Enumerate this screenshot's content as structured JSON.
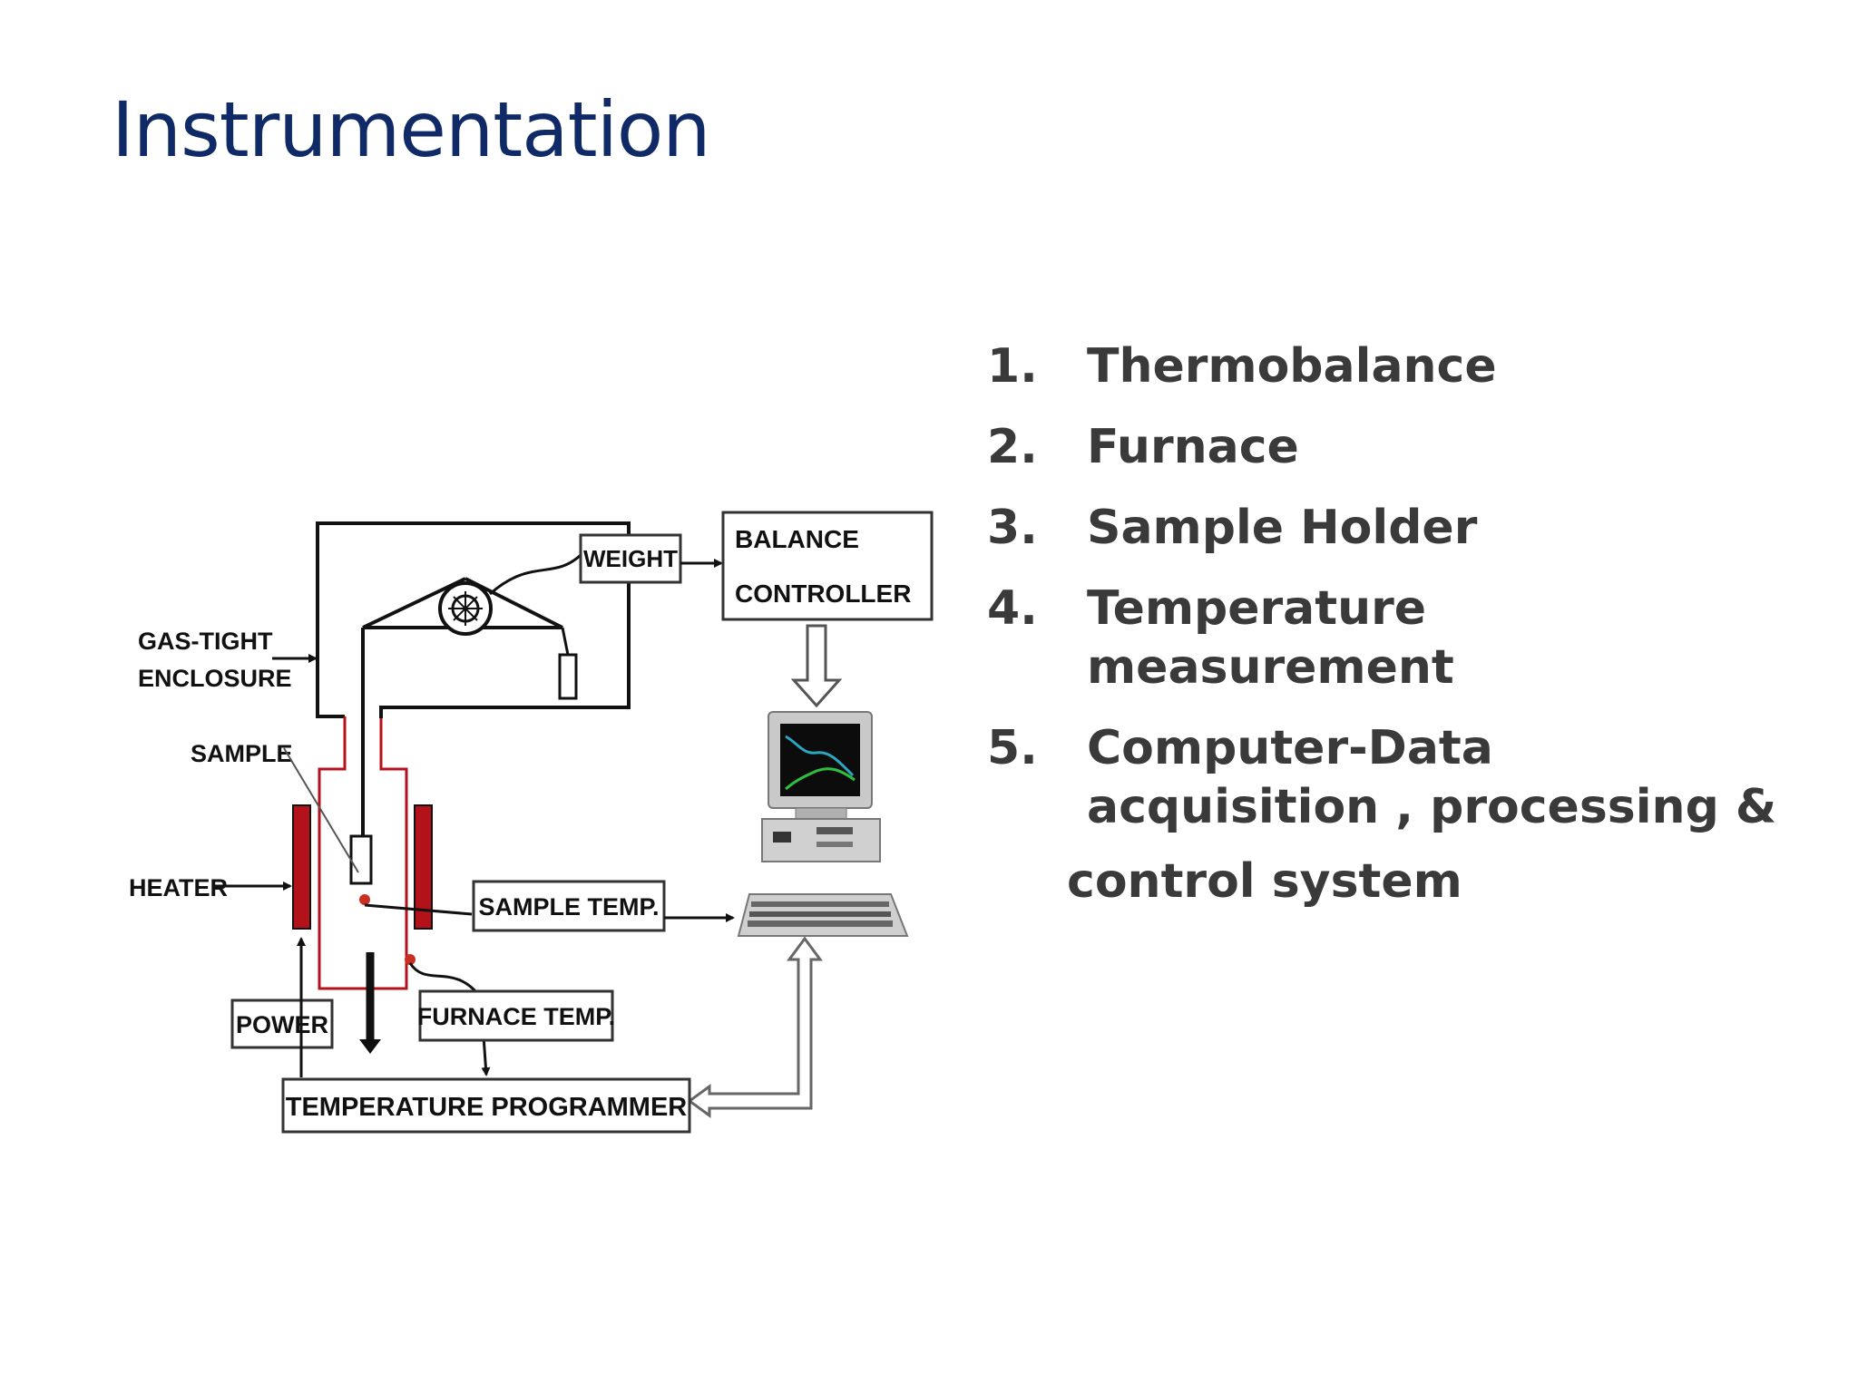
{
  "slide": {
    "title": "Instrumentation"
  },
  "diagram": {
    "labels": {
      "weight": "WEIGHT",
      "balance": "BALANCE",
      "controller": "CONTROLLER",
      "gas_tight": "GAS-TIGHT",
      "enclosure": "ENCLOSURE",
      "sample": "SAMPLE",
      "heater": "HEATER",
      "sample_temp": "SAMPLE TEMP.",
      "power": "POWER",
      "furnace_temp": "FURNACE TEMP.",
      "temperature_programmer": "TEMPERATURE PROGRAMMER"
    },
    "colors": {
      "heater": "#b3121b",
      "line": "#111111",
      "monitor_screen": "#0c0c0c",
      "trace_green": "#2fbf3a",
      "trace_cyan": "#2aa6c0"
    }
  },
  "list": {
    "items": [
      {
        "num": "1.",
        "lines": [
          "Thermobalance"
        ]
      },
      {
        "num": "2.",
        "lines": [
          "Furnace"
        ]
      },
      {
        "num": "3.",
        "lines": [
          "Sample Holder"
        ]
      },
      {
        "num": "4.",
        "lines": [
          "Temperature",
          "measurement"
        ]
      },
      {
        "num": "5.",
        "lines": [
          "Computer-Data",
          "acquisition , processing &"
        ]
      }
    ],
    "tail": "control system"
  }
}
